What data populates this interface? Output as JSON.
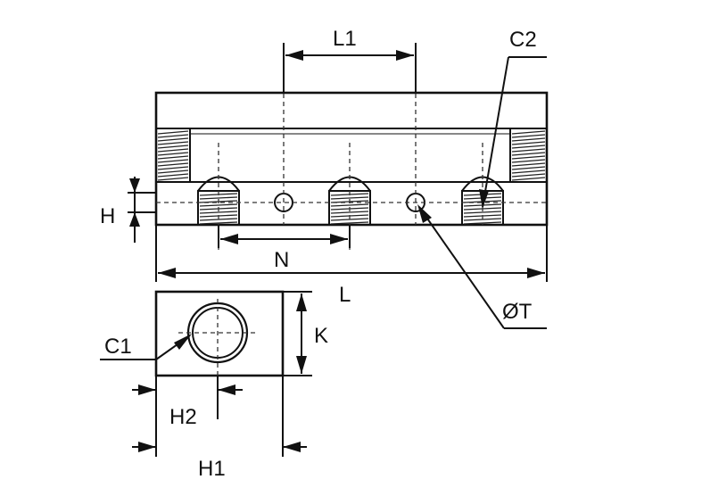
{
  "labels": {
    "l1": "L1",
    "c2": "C2",
    "h": "H",
    "n": "N",
    "l": "L",
    "t": "ØT",
    "c1": "C1",
    "k": "K",
    "h2": "H2",
    "h1": "H1"
  }
}
